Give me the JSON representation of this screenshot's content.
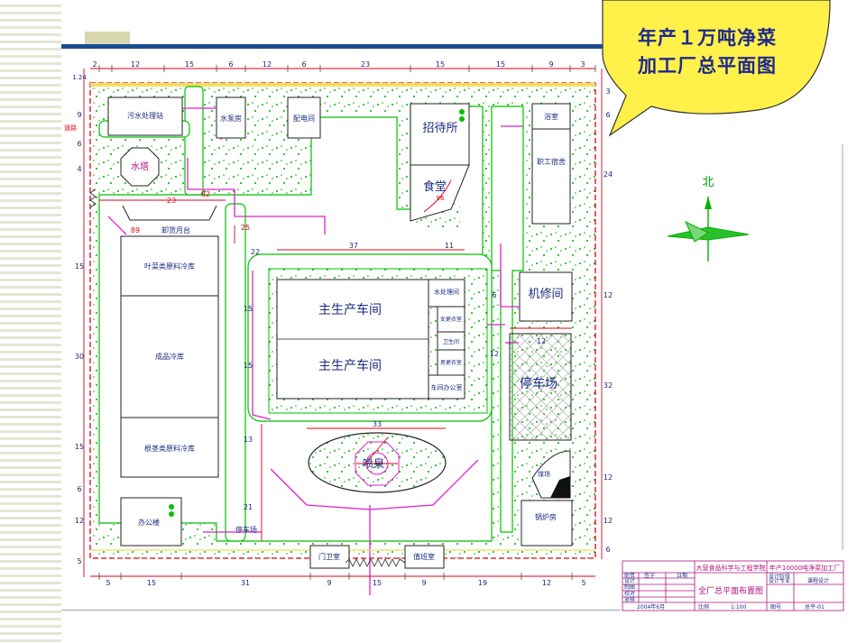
{
  "callout": {
    "title": "年产１万吨净菜加工厂总平面图"
  },
  "compass": {
    "label": "北"
  },
  "buildings": {
    "wastewater": "污水处理站",
    "water_room": "水泵房",
    "power": "配电间",
    "guesthouse": "招待所",
    "canteen": "食堂",
    "bath": "浴室",
    "dorm": "职工宿舍",
    "tower": "水塔",
    "platform": "卸货月台",
    "store1": "叶菜类原料冷库",
    "store2": "成品冷库",
    "store3": "根茎类原料冷库",
    "main1": "主生产车间",
    "main2": "主生产车间",
    "water_treat": "水处理间",
    "change1": "女更衣室",
    "toilet": "卫生间",
    "change2": "男更衣室",
    "office_room": "车间办公室",
    "repair": "机修间",
    "parking": "停车场",
    "fountain": "喷泉",
    "coal": "煤场",
    "boiler": "锅炉房",
    "office": "办公楼",
    "parking2": "停车场",
    "gate": "门卫室",
    "duty": "值班室"
  },
  "dims": {
    "top": [
      "2",
      "12",
      "15",
      "6",
      "12",
      "6",
      "23",
      "15",
      "15",
      "9",
      "3"
    ],
    "bottom": [
      "5",
      "15",
      "31",
      "9",
      "15",
      "9",
      "19",
      "12",
      "5"
    ],
    "left": [
      "1.24",
      "9",
      "6",
      "4",
      "15",
      "30",
      "15",
      "6",
      "12",
      "5"
    ],
    "right": [
      "3",
      "6",
      "24",
      "12",
      "32",
      "12",
      "12",
      "6"
    ],
    "inner": [
      "37",
      "11",
      "33",
      "12",
      "23",
      "82",
      "25",
      "89",
      "22",
      "15",
      "15",
      "13",
      "21",
      "6",
      "12"
    ],
    "misc": [
      "道路",
      "96"
    ]
  },
  "title_block": {
    "school": "大营食品科学与工程学院",
    "project": "年产10000吨净菜加工厂",
    "drawing": "全厂总平面布置图",
    "design": "课程设计",
    "date": "2004年6月",
    "scale_label": "比例",
    "scale": "1:100",
    "sheet_label": "图号",
    "sheet": "总平-01",
    "rows": [
      "职责",
      "设计",
      "制图",
      "校对",
      "审核"
    ],
    "cols": [
      "签字",
      "日期"
    ],
    "meta": [
      "设计阶段",
      "设计专业"
    ]
  },
  "colors": {
    "green": "#00c000",
    "red": "#e0001a",
    "magenta": "#e020c8",
    "yellow": "#f0e060",
    "bubble": "#fff04a",
    "bubble_text": "#1e2a8c",
    "accent": "#1a4d8f"
  }
}
